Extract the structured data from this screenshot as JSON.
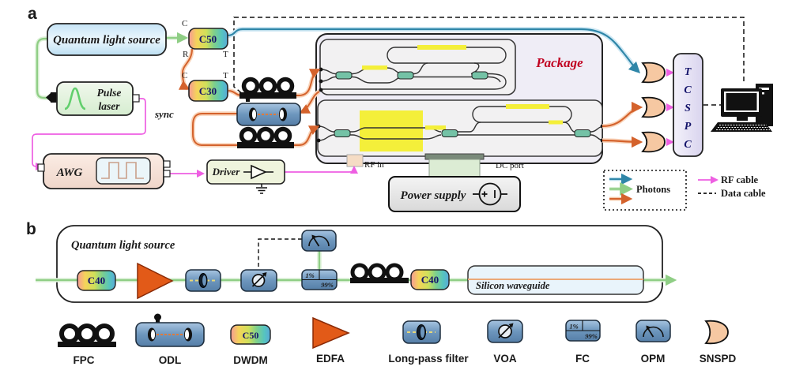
{
  "colors": {
    "photon_green": "#8fce85",
    "photon_blue": "#2f86a8",
    "photon_orange": "#d4622c",
    "rf_pink": "#ee5fe2",
    "data_cable": "#111111",
    "package_label": "#c00020",
    "dwdm_text": "#14146a",
    "heater_yellow": "#f4ef3a",
    "coupler_teal": "#74c2a6",
    "snspd_fill": "#f6c8a2"
  },
  "panel_a": {
    "label": "a",
    "quantum_light_source": "Quantum light source",
    "pulse_laser_line1": "Pulse",
    "pulse_laser_line2": "laser",
    "sync_label": "sync",
    "awg_label": "AWG",
    "driver_label": "Driver",
    "power_supply_label": "Power supply",
    "package_label": "Package",
    "rf_in_label": "RF in",
    "dc_port_label": "DC port",
    "c50_label": "C50",
    "c30_label": "C30",
    "c50_ports": {
      "c": "C",
      "r": "R",
      "t": "T"
    },
    "c30_ports": {
      "c": "C",
      "t": "T"
    },
    "tcspc_letters": [
      "T",
      "C",
      "S",
      "P",
      "C"
    ],
    "legend": {
      "photons": "Photons",
      "rf_cable": "RF cable",
      "data_cable": "Data cable"
    }
  },
  "panel_b": {
    "label": "b",
    "title": "Quantum light source",
    "c40_label": "C40",
    "fc_tap_top": "1%",
    "fc_tap_bottom": "99%",
    "silicon_waveguide_label": "Silicon waveguide"
  },
  "component_legend": {
    "items": [
      {
        "label": "FPC"
      },
      {
        "label": "ODL"
      },
      {
        "label": "DWDM",
        "chip_label": "C50"
      },
      {
        "label": "EDFA"
      },
      {
        "label": "Long-pass filter"
      },
      {
        "label": "VOA"
      },
      {
        "label": "FC",
        "tap_top": "1%",
        "tap_bottom": "99%"
      },
      {
        "label": "OPM"
      },
      {
        "label": "SNSPD"
      }
    ]
  }
}
